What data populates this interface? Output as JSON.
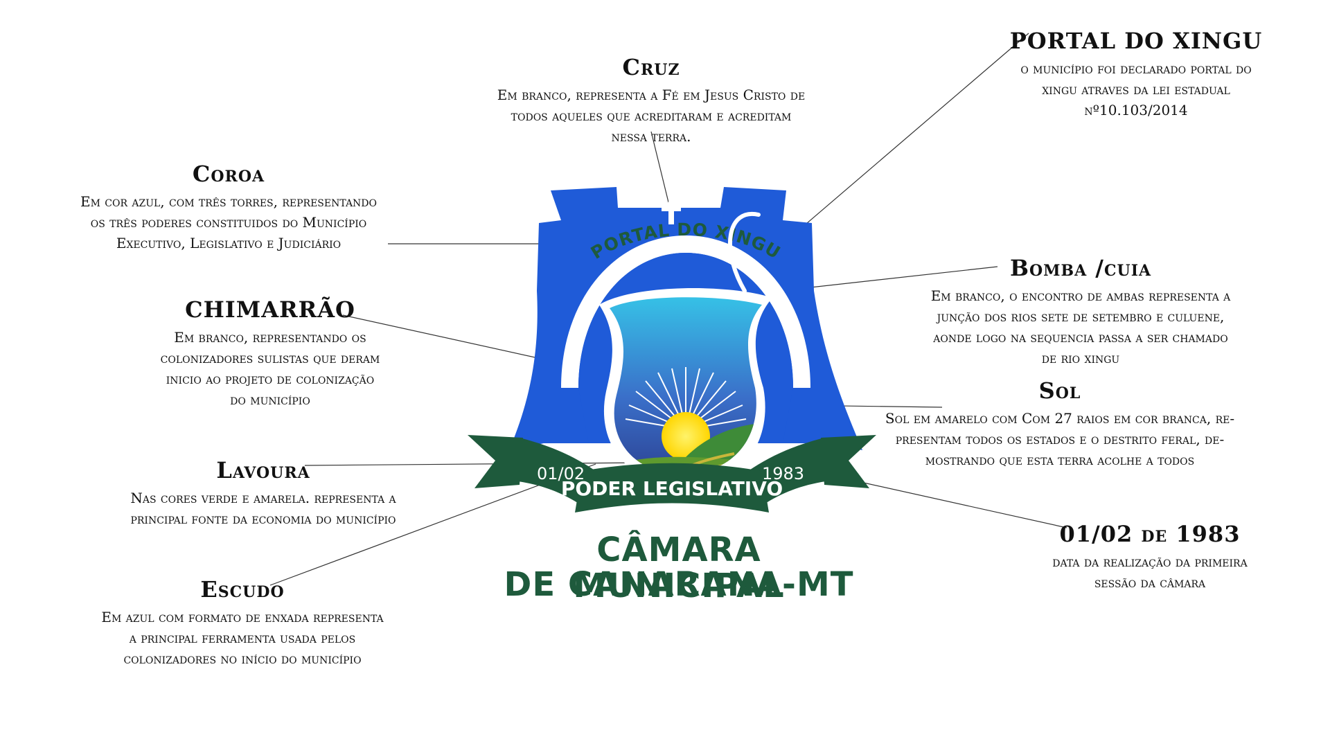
{
  "colors": {
    "shield_blue": "#1f5bd8",
    "banner_green": "#1e5a3c",
    "sun_yellow": "#ffd500",
    "sky_cyan": "#36c6e8",
    "field_green": "#3e8b38",
    "leader_line": "#333333"
  },
  "emblem": {
    "arc_text": "PORTAL DO XINGU",
    "banner_main": "PODER LEGISLATIVO",
    "banner_left": "01/02",
    "banner_right": "1983",
    "caption_line1": "CÂMARA MUNICIPAL",
    "caption_line2": "DE CANARANA-MT",
    "cross_icon": "cross-icon"
  },
  "labels": {
    "cruz": {
      "title": "Cruz",
      "lines": [
        "Em branco, representa a Fé em Jesus Cristo de",
        "todos aqueles que acreditaram e  acreditam",
        "nessa terra."
      ]
    },
    "portal": {
      "title": "PORTAL DO XINGU",
      "lines": [
        "o município foi declarado portal do",
        "xingu atraves da lei estadual",
        "nº10.103/2014"
      ]
    },
    "coroa": {
      "title": "Coroa",
      "lines": [
        "Em cor azul, com três torres, representando",
        "os três poderes constituidos do Município",
        "Executivo, Legislativo e Judiciário"
      ]
    },
    "bomba": {
      "title": "Bomba /cuia",
      "lines": [
        "Em branco, o encontro de ambas representa a",
        "junção dos rios sete de setembro e culuene,",
        "aonde  logo na sequencia passa a ser chamado",
        "de rio xingu"
      ]
    },
    "chimarrao": {
      "title": "CHIMARRÃO",
      "lines": [
        "Em branco, representando os",
        "colonizadores sulistas que deram",
        "inicio ao projeto de colonização",
        "do município"
      ]
    },
    "sol": {
      "title": "Sol",
      "lines": [
        "Sol em amarelo com Com 27 raios em cor branca,  re-",
        "presentam todos os estados e o destrito feral, de-",
        "mostrando que esta terra acolhe a todos"
      ]
    },
    "lavoura": {
      "title": "Lavoura",
      "lines": [
        "Nas cores verde e amarela. representa a",
        "principal fonte  da economia do município"
      ]
    },
    "data": {
      "title": "01/02 de 1983",
      "lines": [
        "data da realização da primeira",
        "sessão da câmara"
      ]
    },
    "escudo": {
      "title": "Escudo",
      "lines": [
        "Em azul com formato de enxada representa",
        "a principal ferramenta usada pelos",
        "colonizadores no início do município"
      ]
    }
  }
}
